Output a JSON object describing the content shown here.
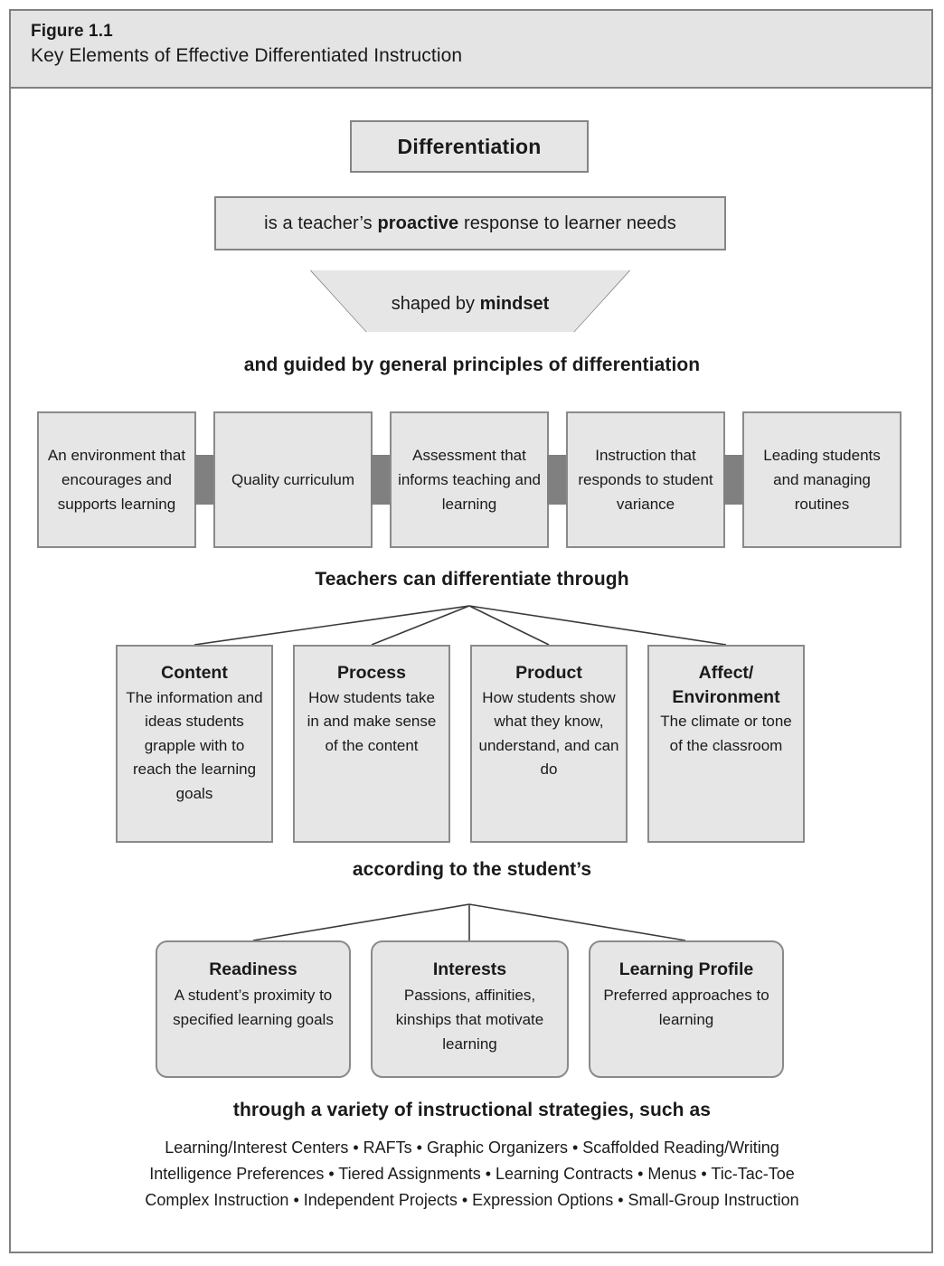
{
  "figure": {
    "label": "Figure 1.1",
    "title": "Key Elements of Effective Differentiated Instruction"
  },
  "colors": {
    "box_fill": "#e6e6e6",
    "box_border": "#8a8a8a",
    "header_fill": "#e4e4e4",
    "frame_border": "#808080",
    "connector_block": "#808080",
    "text": "#1a1a1a"
  },
  "flow": {
    "root": {
      "label": "Differentiation"
    },
    "definition": {
      "prefix": "is a teacher’s ",
      "emphasis": "proactive",
      "suffix": " response to learner needs"
    },
    "mindset": {
      "prefix": "shaped by ",
      "emphasis": "mindset"
    },
    "headings": {
      "principles": "and guided by general principles of differentiation",
      "differentiate_through": "Teachers can differentiate through",
      "according_to": "according to the student’s",
      "strategies": "through a variety of instructional strategies, such as"
    },
    "principles": [
      {
        "text": "An environment that encourages and supports learning"
      },
      {
        "text": "Quality curriculum"
      },
      {
        "text": "Assessment that informs teaching and learning"
      },
      {
        "text": "Instruction that responds to student variance"
      },
      {
        "text": "Leading students and managing routines"
      }
    ],
    "elements": [
      {
        "title": "Content",
        "description": "The information and ideas students grapple with to reach the learning goals"
      },
      {
        "title": "Process",
        "description": "How students take in and make sense of the content"
      },
      {
        "title": "Product",
        "description": "How students show what they know, understand, and can do"
      },
      {
        "title": "Affect/ Environment",
        "description": "The climate or tone of the classroom"
      }
    ],
    "student_traits": [
      {
        "title": "Readiness",
        "description": "A student’s proximity to specified learning goals"
      },
      {
        "title": "Interests",
        "description": "Passions, affinities, kinships that motivate learning"
      },
      {
        "title": "Learning Profile",
        "description": "Preferred approaches to learning"
      }
    ],
    "strategy_lines": [
      "Learning/Interest Centers • RAFTs • Graphic Organizers • Scaffolded Reading/Writing",
      "Intelligence Preferences • Tiered Assignments • Learning Contracts • Menus • Tic-Tac-Toe",
      "Complex Instruction • Independent Projects • Expression Options • Small-Group Instruction"
    ]
  }
}
